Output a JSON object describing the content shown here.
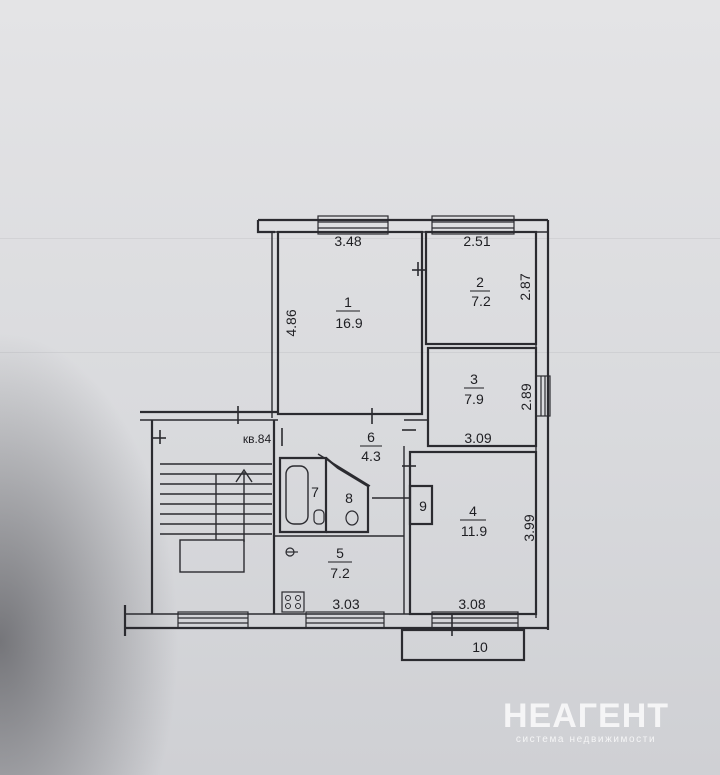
{
  "plan": {
    "apartment_label": "кв.84",
    "rooms": [
      {
        "id": "room-1",
        "number": "1",
        "area": "16.9"
      },
      {
        "id": "room-2",
        "number": "2",
        "area": "7.2"
      },
      {
        "id": "room-3",
        "number": "3",
        "area": "7.9"
      },
      {
        "id": "room-4",
        "number": "4",
        "area": "11.9"
      },
      {
        "id": "room-5",
        "number": "5",
        "area": "7.2"
      },
      {
        "id": "room-6",
        "number": "6",
        "area": "4.3"
      }
    ],
    "small_rooms": [
      "7",
      "8",
      "9",
      "10"
    ],
    "dimensions": {
      "d348": "3.48",
      "d486": "4.86",
      "d251": "2.51",
      "d287": "2.87",
      "d289": "2.89",
      "d309": "3.09",
      "d399": "3.99",
      "d303": "3.03",
      "d308": "3.08"
    }
  },
  "watermark": {
    "brand": "НЕАГЕНТ",
    "tagline": "система недвижимости"
  }
}
